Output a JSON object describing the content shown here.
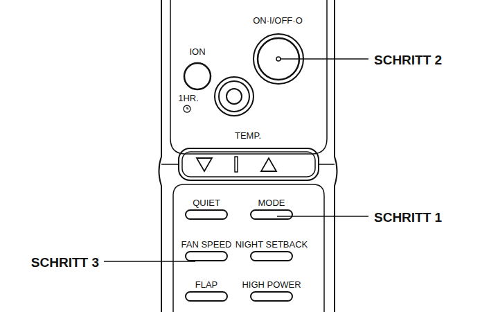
{
  "diagram": {
    "labels": [
      "ION",
      "ON·I/OFF·O",
      "1HR.",
      "TEMP.",
      "QUIET",
      "MODE",
      "FAN SPEED",
      "NIGHT SETBACK",
      "FLAP",
      "HIGH POWER",
      "SCHRITT 2",
      "SCHRITT 1",
      "SCHRITT 3"
    ]
  }
}
